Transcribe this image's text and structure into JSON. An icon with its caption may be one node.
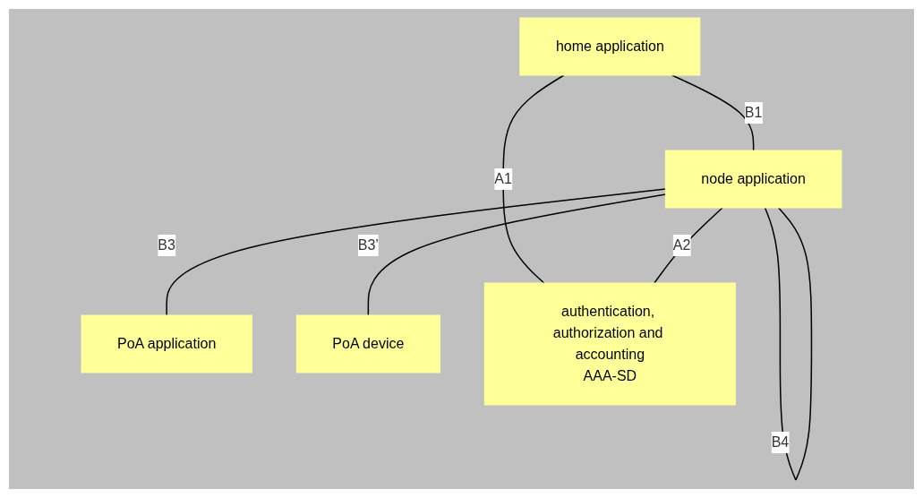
{
  "diagram": {
    "nodes": [
      {
        "text": [
          "home application"
        ]
      },
      {
        "text": [
          "node application"
        ]
      },
      {
        "text": [
          "PoA application"
        ]
      },
      {
        "text": [
          "PoA device"
        ]
      },
      {
        "text": [
          "authentication, authorization and accounting",
          "AAA-SD"
        ]
      }
    ],
    "edges": [
      {
        "from": 0,
        "to": 1,
        "arrow": "none",
        "label": "B1"
      },
      {
        "from": 0,
        "to": 4,
        "arrow": "none",
        "label": "A1"
      },
      {
        "from": 1,
        "to": 1,
        "arrow": "none",
        "label": "B4"
      },
      {
        "from": 1,
        "to": 2,
        "arrow": "none",
        "label": "B3"
      },
      {
        "from": 1,
        "to": 4,
        "arrow": "none",
        "label": "A2"
      },
      {
        "from": 1,
        "to": 3,
        "arrow": "none",
        "label": "B3’"
      }
    ]
  }
}
